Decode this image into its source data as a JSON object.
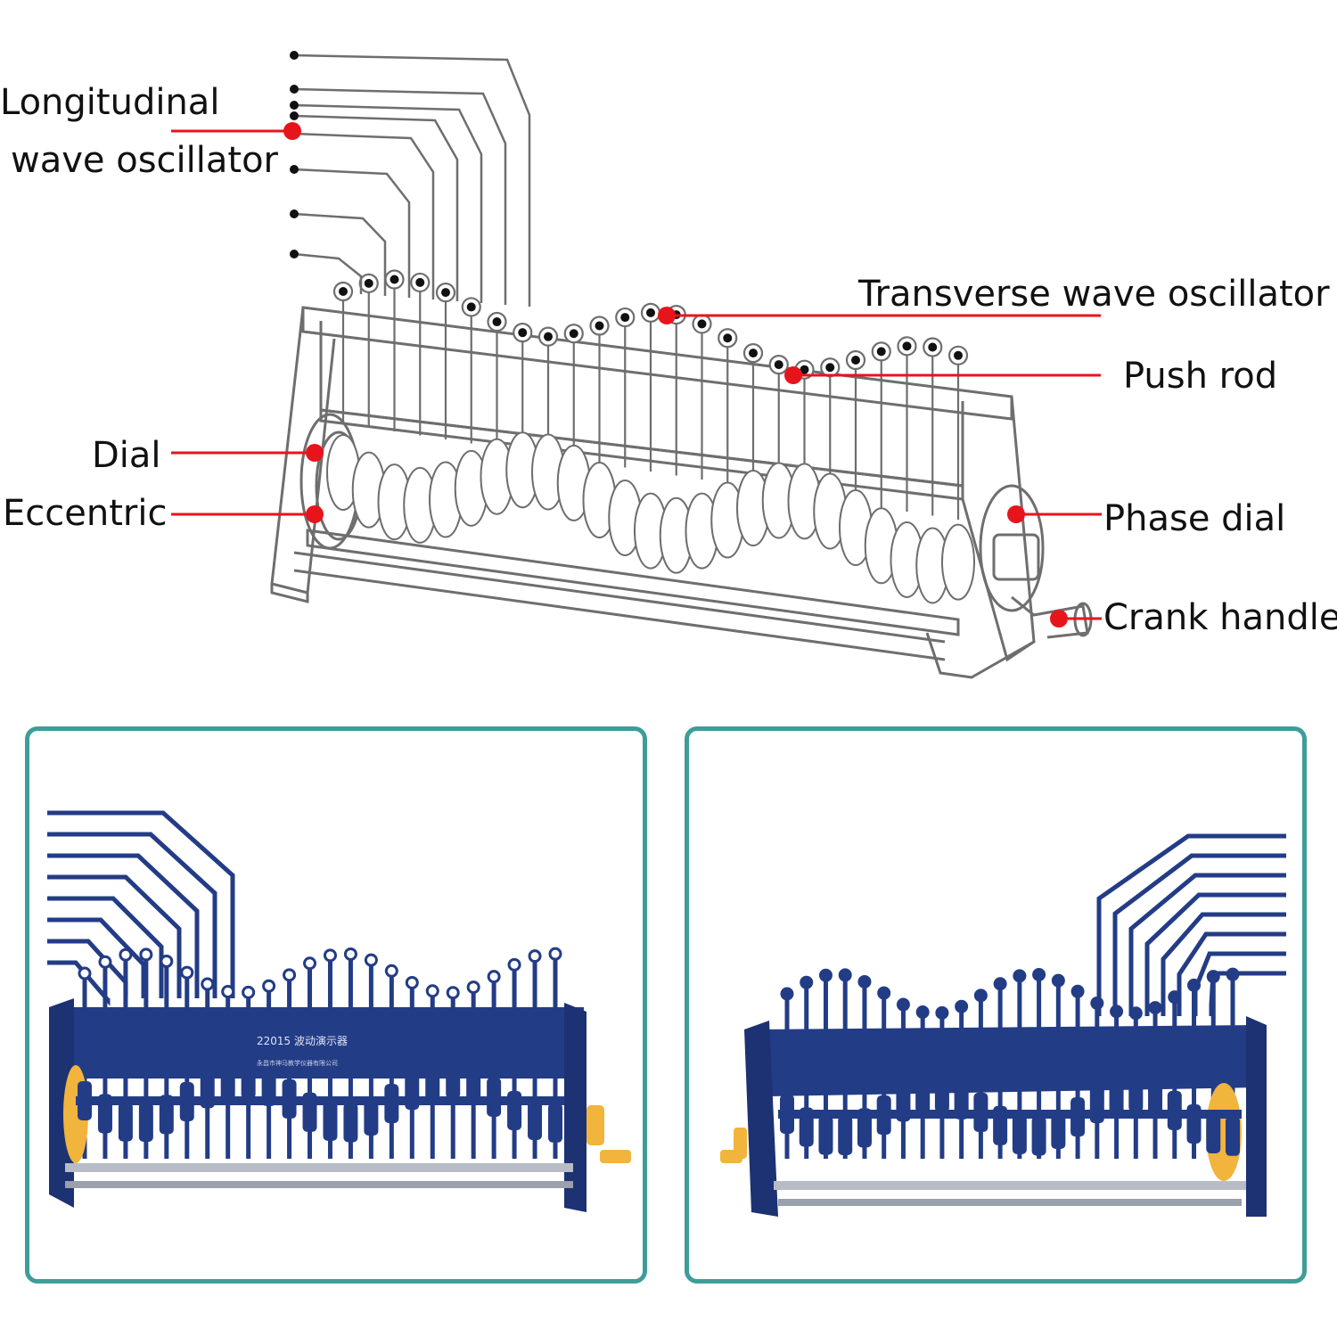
{
  "diagram": {
    "labels": {
      "longitudinal_line1": "Longitudinal",
      "longitudinal_line2": "wave oscillator",
      "transverse": "Transverse wave oscillator",
      "push_rod": "Push rod",
      "dial": "Dial",
      "eccentric": "Eccentric",
      "phase_dial": "Phase dial",
      "crank_handle": "Crank handle"
    },
    "callout_color": "#e8141c"
  },
  "photos": {
    "left": {
      "imprint_model": "22015 波动演示器",
      "imprint_maker": "永昌市神马教学仪器有限公司"
    },
    "frame_color": "#3e9d98",
    "device_color": "#233c86",
    "knob_color": "#f1b43c"
  }
}
